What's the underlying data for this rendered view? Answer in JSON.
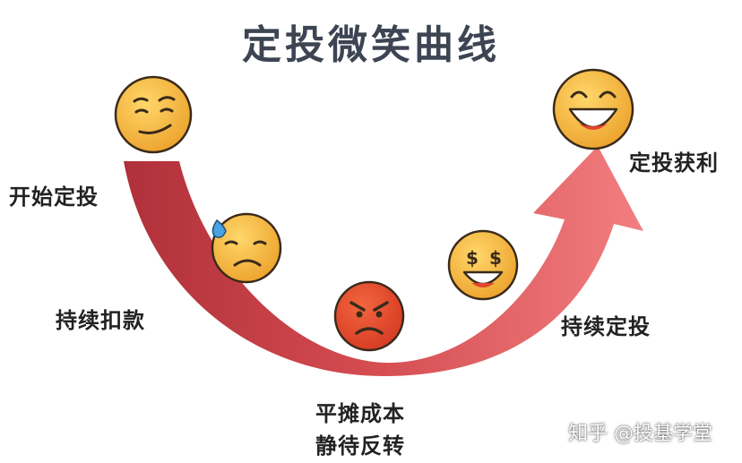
{
  "title": "定投微笑曲线",
  "labels": {
    "start": "开始定投",
    "keep_deducting": "持续扣款",
    "bottom_line1": "平摊成本",
    "bottom_line2": "静待反转",
    "keep_investing": "持续定投",
    "profit": "定投获利"
  },
  "watermark": "知乎 @投基学堂",
  "colors": {
    "arrow_dark": "#b8353a",
    "arrow_light": "#f07a7d",
    "face_yellow": "#f2b43c",
    "face_red": "#e2452c",
    "face_outline": "#3a2a1a",
    "title": "#3d4452"
  },
  "icons": [
    "smirk-emoji-icon",
    "sweat-emoji-icon",
    "angry-emoji-icon",
    "money-eyes-emoji-icon",
    "laughing-emoji-icon"
  ]
}
